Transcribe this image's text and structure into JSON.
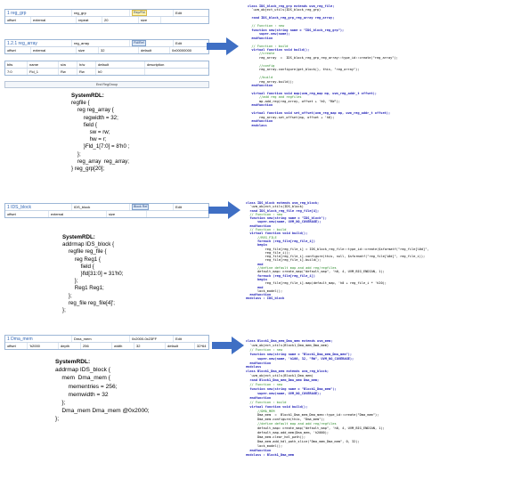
{
  "section1": {
    "table": {
      "title": "1 reg_grp",
      "name": "reg_grp",
      "badge": "Rep/Fld",
      "action": "Edit",
      "row2": [
        "offset",
        "external",
        "repeat",
        "20",
        "size",
        ""
      ]
    },
    "table2": {
      "title": "1.2.1 reg_array",
      "name": "reg_array",
      "badge": "Fld/Ref",
      "action": "Edit",
      "row2": [
        "offset",
        "external",
        "size",
        "32",
        "default",
        "0x00000000"
      ],
      "headers": [
        "bits",
        "name",
        "s/w",
        "h/w",
        "default",
        "description"
      ],
      "values": [
        "7:0",
        "Fld_1",
        "Rw",
        "Rw",
        "h0",
        ""
      ]
    },
    "end_label": "End RegGroup",
    "rdl": [
      "SystemRDL:",
      "regfile {",
      "    reg reg_array {",
      "        regwidth = 32;",
      "        field {",
      "            sw = rw;",
      "            hw = r;",
      "        }Fld_1[7:0] = 8'h0 ;",
      "    };",
      "    reg_array  reg_array;",
      "} reg_grp[20];"
    ],
    "code": [
      "class IDS_block_reg_grp extends uvm_reg_file;",
      "  `uvm_object_utils(IDS_block_reg_grp)",
      "",
      "  rand IDS_block_reg_grp_reg_array reg_array;",
      "",
      "  // Function : new",
      "  function new(string name = \"IDS_block_reg_grp\");",
      "      super.new(name);",
      "  endfunction",
      "",
      "  // Function : build",
      "  virtual function void build();",
      "      //create",
      "      reg_array  =  IDS_block_reg_grp_reg_array::type_id::create(\"reg_array\");",
      "",
      "      //config",
      "      reg_array.configure(get_block(), this, \"reg_array\");",
      "",
      "      //build",
      "      reg_array.build();",
      "  endfunction",
      "",
      "  virtual function void map(uvm_reg_map mp, uvm_reg_addr_t offset);",
      "      //add reg and regfiles",
      "      mp.add_reg(reg_array, offset + 'h0, \"RW\");",
      "  endfunction",
      "",
      "  virtual function void set_offset(uvm_reg_map mp, uvm_reg_addr_t offset);",
      "      reg_array.set_offset(mp, offset + 'h0);",
      "  endfunction",
      "  endclass"
    ]
  },
  "section2": {
    "table": {
      "title": "1 IDS_block",
      "name": "IDS_block",
      "badge": "Block Ref",
      "action": "Edit",
      "row2": [
        "offset",
        "external",
        "size",
        ""
      ]
    },
    "rdl": [
      "SystemRDL:",
      "addrmap IDS_block {",
      "    regfile reg_file {",
      "        reg Reg1 {",
      "            field {",
      "            }fld[31:0] = 31'h0;",
      "        };",
      "        Reg1 Reg1;",
      "    };",
      "    reg_file reg_file[4]';",
      "};"
    ],
    "code": [
      "class IDS_block extends uvm_reg_block;",
      "  `uvm_object_utils(IDS_block)",
      "  rand IDS_block_reg_file reg_file[4];",
      "  // Function : new",
      "  function new(string name = \"IDS_block\");",
      "      super.new(name, UVM_NO_COVERAGE);",
      "  endfunction",
      "  // Function : build",
      "  virtual function void build();",
      "      //REG_FILE",
      "      foreach (reg_file[reg_file_i])",
      "      begin",
      "          reg_file[reg_file_i] = IDS_block_reg_file::type_id::create($sformatf(\"reg_file[%0d]\",",
      "          reg_file_i));",
      "          reg_file[reg_file_i].configure(this, null, $sformatf(\"reg_file[%0d]\", reg_file_i));",
      "          reg_file[reg_file_i].build();",
      "      end",
      "      //define default map and add reg/regfiles",
      "      default_map= create_map(\"default_map\", 'h0, 4, UVM_BIG_ENDIAN, 1);",
      "      foreach (reg_file[reg_file_i])",
      "      begin",
      "          reg_file[reg_file_i].map(default_map, 'h0 + reg_file_i * 'h20);",
      "      end",
      "      lock_model();",
      "  endfunction",
      "endclass : IDS_block"
    ]
  },
  "section3": {
    "table": {
      "title": "1 Dma_mem",
      "name": "Dma_mem",
      "extra": "0x2000-0x23FF",
      "action": "Edit",
      "row2": [
        "offset",
        "'h2000",
        "depth",
        "256",
        "width",
        "32",
        "default",
        "32*64"
      ]
    },
    "rdl": [
      "SystemRDL:",
      "addrmap IDS_block {",
      "    mem  Dma_mem {",
      "        mementries = 256;",
      "        memwidth = 32",
      "    };",
      "    Dma_mem Dma_mem @0x2000;",
      "};"
    ],
    "code": [
      "class Block1_Dma_mem_Dma_mem extends uvm_mem;",
      "  `uvm_object_utils(Block1_Dma_mem_Dma_mem)",
      "  // Function : new",
      "  function new(string name = \"Block1_Dma_mem_Dma_mem\");",
      "      super.new(name, 'h100, 32, \"RW\", UVM_NO_COVERAGE);",
      "  endfunction",
      "endclass",
      "class Block1_Dma_mem extends uvm_reg_block;",
      "  `uvm_object_utils(Block1_Dma_mem)",
      "  rand Block1_Dma_mem_Dma_mem Dma_mem;",
      "  // Function : new",
      "  function new(string name = \"Block1_Dma_mem\");",
      "      super.new(name, UVM_NO_COVERAGE);",
      "  endfunction",
      "  // Function : build",
      "  virtual function void build();",
      "      //DMA_MEM",
      "      Dma_mem  =  Block1_Dma_mem_Dma_mem::type_id::create(\"Dma_mem\");",
      "      Dma_mem.configure(this, \"Dma_mem\");",
      "      //define default map and add reg/regfiles",
      "      default_map= create_map(\"default_map\", 'h0, 4, UVM_BIG_ENDIAN, 1);",
      "      default_map.add_mem(Dma_mem, 'h2000);",
      "      Dma_mem.clear_hdl_path();",
      "      Dma_mem.add_hdl_path_slice(\"Dma_mem_Dma_mem\", 0, 32);",
      "      lock_model();",
      "  endfunction",
      "endclass : Block1_Dma_mem"
    ]
  },
  "colors": {
    "arrow": "#3f6fc4",
    "table_border": "#9db7d6",
    "title_text": "#2f64b3"
  }
}
